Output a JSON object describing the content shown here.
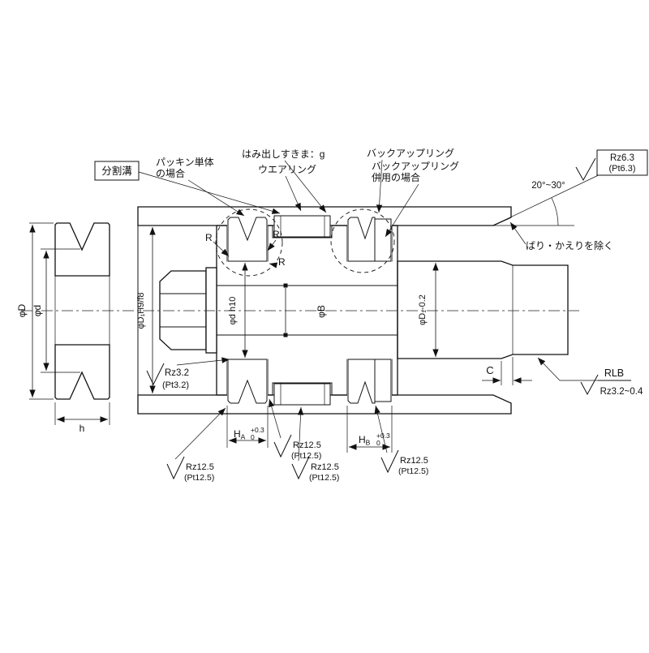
{
  "colors": {
    "seal": "#e6007e",
    "line": "#111111"
  },
  "callouts": {
    "split_groove": "分割溝",
    "packing_only_line1": "パッキン単体",
    "packing_only_line2": "の場合",
    "extrusion_gap": "はみ出しすきま：g",
    "wear_ring": "ウエアリング",
    "backup_ring": "バックアップリング",
    "backup_combo_line1": "バックアップリング",
    "backup_combo_line2": "併用の場合",
    "deburr_note": "ばり・かえりを除く",
    "chamfer_angle": "20°~30°",
    "rlb": "RLB",
    "rlb_roughness": "Rz3.2~0.4",
    "radius_1": "R",
    "radius_2": "R",
    "radius_3": "R",
    "chamfer_c": "C"
  },
  "surface_finish": {
    "bore_chamfer": {
      "line1": "Rz6.3",
      "line2": "(Pt6.3)"
    },
    "groove_bottom": {
      "line1": "Rz3.2",
      "line2": "(Pt3.2)"
    },
    "groove_side_a": {
      "line1": "Rz12.5",
      "line2": "(Pt12.5)"
    },
    "groove_side_b": {
      "line1": "Rz12.5",
      "line2": "(Pt12.5)"
    },
    "groove_side_c": {
      "line1": "Rz12.5",
      "line2": "(Pt12.5)"
    },
    "groove_side_d": {
      "line1": "Rz12.5",
      "line2": "(Pt12.5)"
    }
  },
  "dimensions": {
    "seal_od": "φD",
    "seal_id": "φd",
    "seal_height": "h",
    "bore_dia": "φD₁H9/f8",
    "groove_dia": "φd h10",
    "pilot_dia": "φB",
    "rod_dia": "φD₁-0.2",
    "groove_width_a": {
      "base": "H",
      "sub": "A",
      "tol_upper": "+0.3",
      "tol_lower": "0"
    },
    "groove_width_b": {
      "base": "H",
      "sub": "B",
      "tol_upper": "+0.3",
      "tol_lower": "0"
    }
  }
}
